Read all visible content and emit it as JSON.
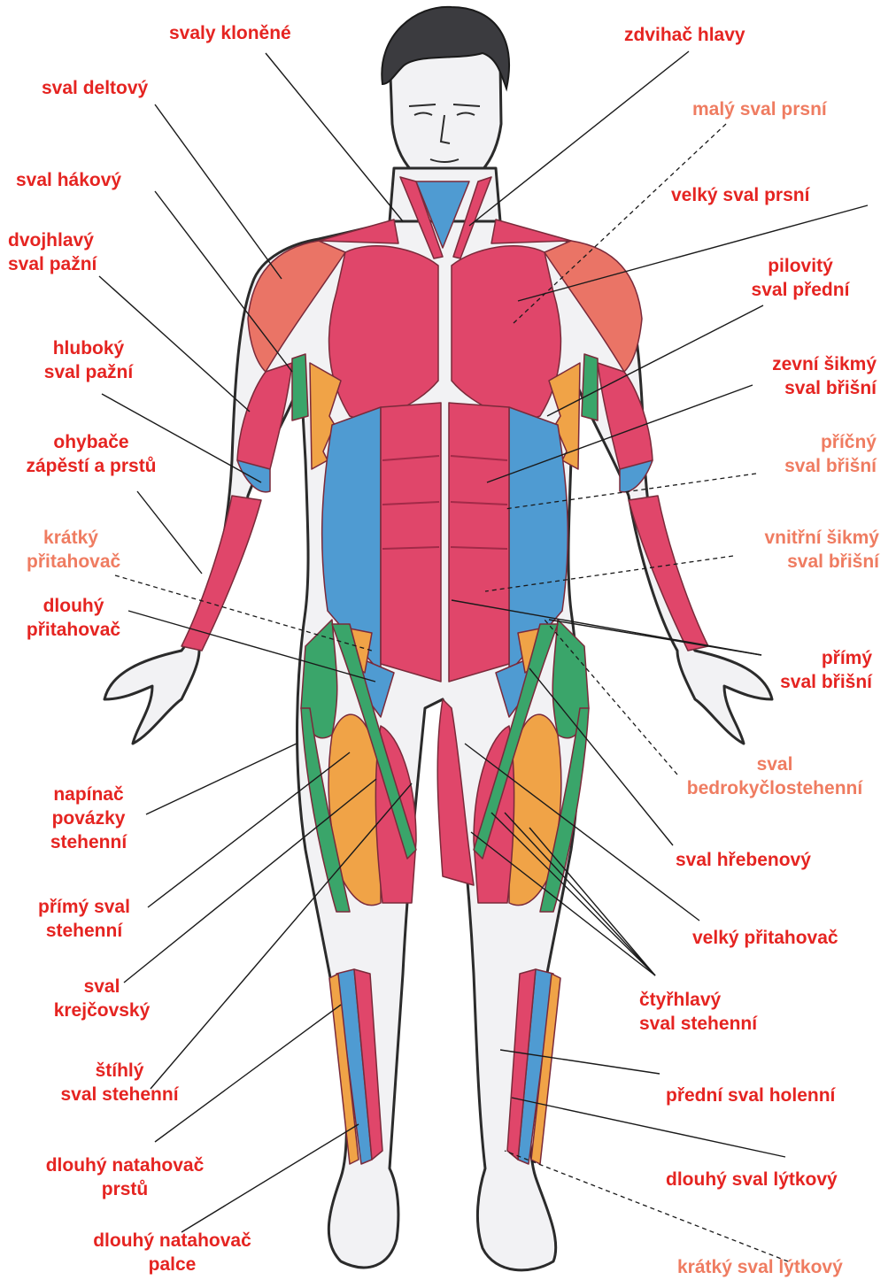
{
  "colors": {
    "label_primary": "#e52421",
    "label_secondary": "#ef7c61",
    "muscle_red": "#e0466a",
    "muscle_blue": "#4f9bd2",
    "muscle_green": "#3aa56a",
    "muscle_orange": "#f0a347",
    "muscle_salmon": "#ea7466",
    "skin": "#f2f2f4",
    "hair": "#3b3b3f"
  },
  "labels": {
    "svaly_klonene": "svaly kloněné",
    "zdvihac_hlavy": "zdvihač hlavy",
    "sval_deltovy": "sval deltový",
    "maly_sval_prsni": "malý sval prsní",
    "sval_hakovy": "sval hákový",
    "velky_sval_prsni": "velký sval prsní",
    "dvojhlavy": [
      "dvojhlavý",
      "sval pažní"
    ],
    "pilovity": [
      "pilovitý",
      "sval přední"
    ],
    "hluboky": [
      "hluboký",
      "sval pažní"
    ],
    "zevni_sikmy": [
      "zevní šikmý",
      "sval břišní"
    ],
    "ohybace": [
      "ohybače",
      "zápěstí a prstů"
    ],
    "pricny": [
      "příčný",
      "sval břišní"
    ],
    "kratky_pritahovac": [
      "krátký",
      "přitahovač"
    ],
    "vnitrni_sikmy": [
      "vnitřní šikmý",
      "sval břišní"
    ],
    "dlouhy_pritahovac": [
      "dlouhý",
      "přitahovač"
    ],
    "primy_bris": [
      "přímý",
      "sval břišní"
    ],
    "bedrokyc": [
      "sval",
      "bedrokyčlostehenní"
    ],
    "napinac": [
      "napínač",
      "povázky",
      "stehenní"
    ],
    "hrebenovy": "sval hřebenový",
    "primy_steh": [
      "přímý sval",
      "stehenní"
    ],
    "velky_pritahovac": "velký přitahovač",
    "krejcovsky": [
      "sval",
      "krejčovský"
    ],
    "ctyrhlavy": [
      "čtyřhlavý",
      "sval stehenní"
    ],
    "stihly": [
      "štíhlý",
      "sval stehenní"
    ],
    "predni_holenni": "přední sval holenní",
    "natahovac_prstu": [
      "dlouhý natahovač",
      "prstů"
    ],
    "dlouhy_lytkovy": "dlouhý sval lýtkový",
    "natahovac_palce": [
      "dlouhý natahovač",
      "palce"
    ],
    "kratky_lytkovy": "krátký sval lýtkový"
  }
}
